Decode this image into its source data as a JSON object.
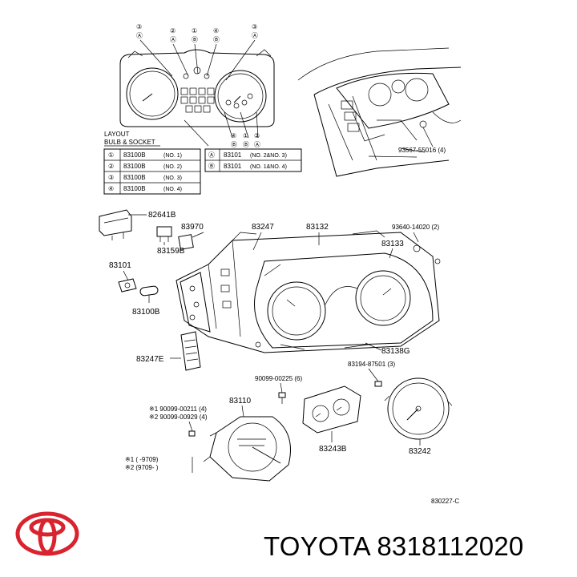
{
  "callouts_top": [
    {
      "num": "③",
      "letter": "Ⓐ"
    },
    {
      "num": "②",
      "letter": "Ⓐ"
    },
    {
      "num": "①",
      "letter": "Ⓑ"
    },
    {
      "num": "④",
      "letter": "Ⓑ"
    },
    {
      "num": "③",
      "letter": "Ⓐ"
    }
  ],
  "callouts_bottom": [
    {
      "num": "④",
      "letter": "Ⓑ"
    },
    {
      "num": "①",
      "letter": "Ⓑ"
    },
    {
      "num": "②",
      "letter": "Ⓐ"
    }
  ],
  "layout_box": {
    "title1": "LAYOUT",
    "title2": "BULB & SOCKET",
    "rows": [
      {
        "mark": "①",
        "part": "83100B",
        "note": "(NO. 1)"
      },
      {
        "mark": "②",
        "part": "83100B",
        "note": "(NO. 2)"
      },
      {
        "mark": "③",
        "part": "83100B",
        "note": "(NO. 3)"
      },
      {
        "mark": "④",
        "part": "83100B",
        "note": "(NO. 4)"
      }
    ],
    "sockets": [
      {
        "mark": "Ⓐ",
        "part": "83101",
        "note": "(NO. 2&NO. 3)"
      },
      {
        "mark": "Ⓑ",
        "part": "83101",
        "note": "(NO. 1&NO. 4)"
      }
    ]
  },
  "labels": {
    "l93567": "93567-55016 (4)",
    "l82641B": "82641B",
    "l83970": "83970",
    "l83159B": "83159B",
    "l83247": "83247",
    "l83132": "83132",
    "l93640": "93640-14020 (2)",
    "l83133": "83133",
    "l83101": "83101",
    "l83100B": "83100B",
    "l83247E": "83247E",
    "l83138G": "83138G",
    "l83194": "83194-87501 (3)",
    "l90099_225": "90099-00225 (6)",
    "l83110": "83110",
    "l90099_211": "※1 90099-00211 (4)",
    "l90099_929": "※2 90099-00929 (4)",
    "l83243B": "83243B",
    "l83242": "83242",
    "note1": "※1 (          -9709)",
    "note2": "※2 (9709-          )",
    "code": "830227-C"
  },
  "brand": {
    "text": "TOYOTA 8318112020",
    "logo_color": "#d9232e"
  }
}
